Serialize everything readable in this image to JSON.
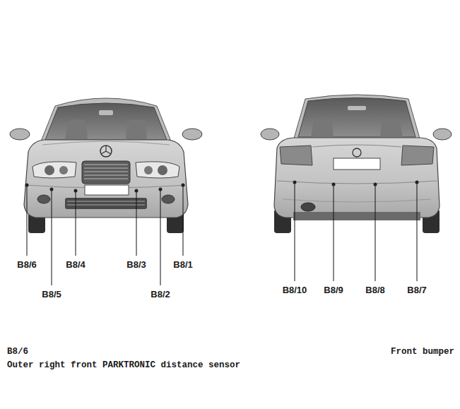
{
  "diagram": {
    "labels": [
      "B8/6",
      "B8/5",
      "B8/4",
      "B8/3",
      "B8/2",
      "B8/1",
      "B8/10",
      "B8/9",
      "B8/8",
      "B8/7",
      "B8/6",
      "Outer right front PARKTRONIC distance sensor",
      "Front bumper"
    ]
  }
}
